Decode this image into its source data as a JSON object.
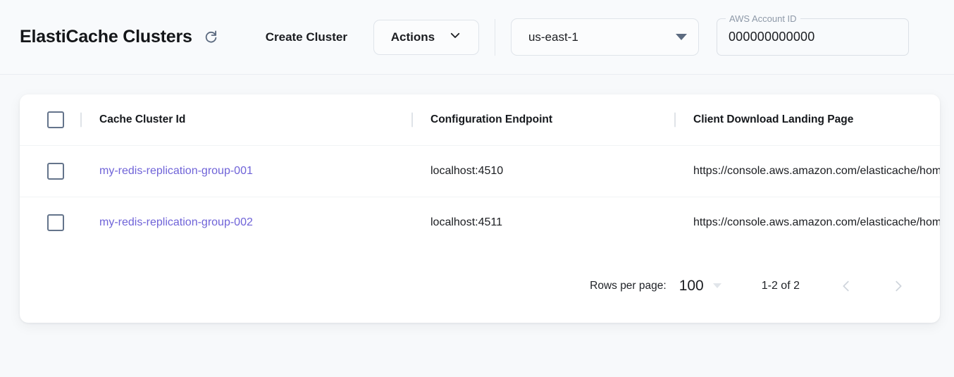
{
  "header": {
    "title": "ElastiCache Clusters",
    "refresh_icon": "refresh-icon",
    "create_cluster_label": "Create Cluster",
    "actions_label": "Actions",
    "actions_caret_icon": "chevron-down-icon",
    "region_value": "us-east-1",
    "region_caret_icon": "triangle-down-icon",
    "account_label": "AWS Account ID",
    "account_value": "000000000000"
  },
  "table": {
    "columns": [
      {
        "key": "select",
        "label": ""
      },
      {
        "key": "cache_cluster_id",
        "label": "Cache Cluster Id"
      },
      {
        "key": "configuration_endpoint",
        "label": "Configuration Endpoint"
      },
      {
        "key": "client_download_landing_page",
        "label": "Client Download Landing Page"
      }
    ],
    "rows": [
      {
        "cache_cluster_id": "my-redis-replication-group-001",
        "configuration_endpoint": "localhost:4510",
        "client_download_landing_page": "https://console.aws.amazon.com/elasticache/home#client-download:"
      },
      {
        "cache_cluster_id": "my-redis-replication-group-002",
        "configuration_endpoint": "localhost:4511",
        "client_download_landing_page": "https://console.aws.amazon.com/elasticache/home#client-download:"
      }
    ]
  },
  "pagination": {
    "rows_per_page_label": "Rows per page:",
    "rows_per_page_value": "100",
    "rows_per_page_caret_icon": "caret-down-icon",
    "range_label": "1-2 of 2",
    "prev_icon": "chevron-left-icon",
    "next_icon": "chevron-right-icon"
  },
  "colors": {
    "page_background": "#f7f9fb",
    "card_background": "#ffffff",
    "link": "#6f63d8",
    "checkbox_border": "#64748b",
    "text_primary": "#1b1d21",
    "muted": "#8e99a8"
  }
}
